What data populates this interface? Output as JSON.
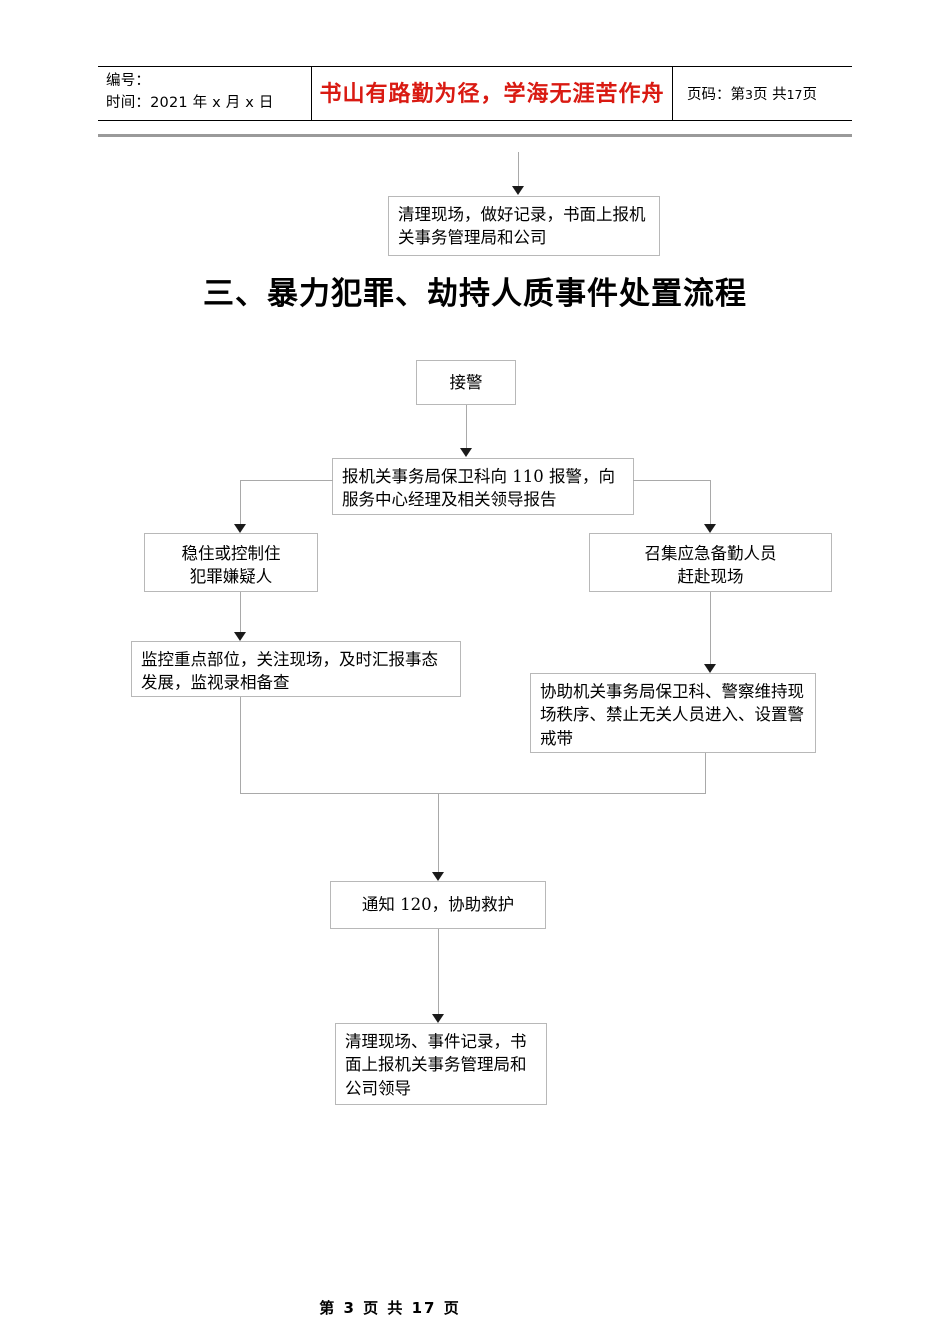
{
  "header": {
    "doc_number_label": "编号：",
    "date_label": "时间：",
    "date_value": "2021 年 x 月 x 日",
    "motto": "书山有路勤为径，学海无涯苦作舟",
    "page_label": "页码：第",
    "page_current": "3",
    "page_unit_1": "页",
    "page_total_label": "共",
    "page_total": "17",
    "page_unit_2": "页",
    "motto_color": "#d91a12"
  },
  "section": {
    "title": "三、暴力犯罪、劫持人质事件处置流程"
  },
  "flow": {
    "top_carryover_box": "清理现场，做好记录，书面上报机关事务管理局和公司",
    "nodes": [
      {
        "id": "receive-alarm",
        "text": "接警"
      },
      {
        "id": "report-110",
        "text": "报机关事务局保卫科向 110 报警，向服务中心经理及相关领导报告"
      },
      {
        "id": "control-suspect",
        "text": "稳住或控制住\n犯罪嫌疑人"
      },
      {
        "id": "muster-standby",
        "text": "召集应急备勤人员\n赶赴现场"
      },
      {
        "id": "monitor-site",
        "text": "监控重点部位，关注现场，及时汇报事态发展，监视录相备查"
      },
      {
        "id": "assist-police",
        "text": "协助机关事务局保卫科、警察维持现场秩序、禁止无关人员进入、设置警戒带"
      },
      {
        "id": "notify-120",
        "text": "通知 120，协助救护"
      },
      {
        "id": "final-report",
        "text": "清理现场、事件记录，书面上报机关事务管理局和公司领导"
      }
    ],
    "node_lines": {
      "control-suspect": [
        "稳住或控制住",
        "犯罪嫌疑人"
      ],
      "muster-standby": [
        "召集应急备勤人员",
        "赶赴现场"
      ]
    }
  },
  "footer": {
    "text": "第 3 页 共 17 页"
  }
}
